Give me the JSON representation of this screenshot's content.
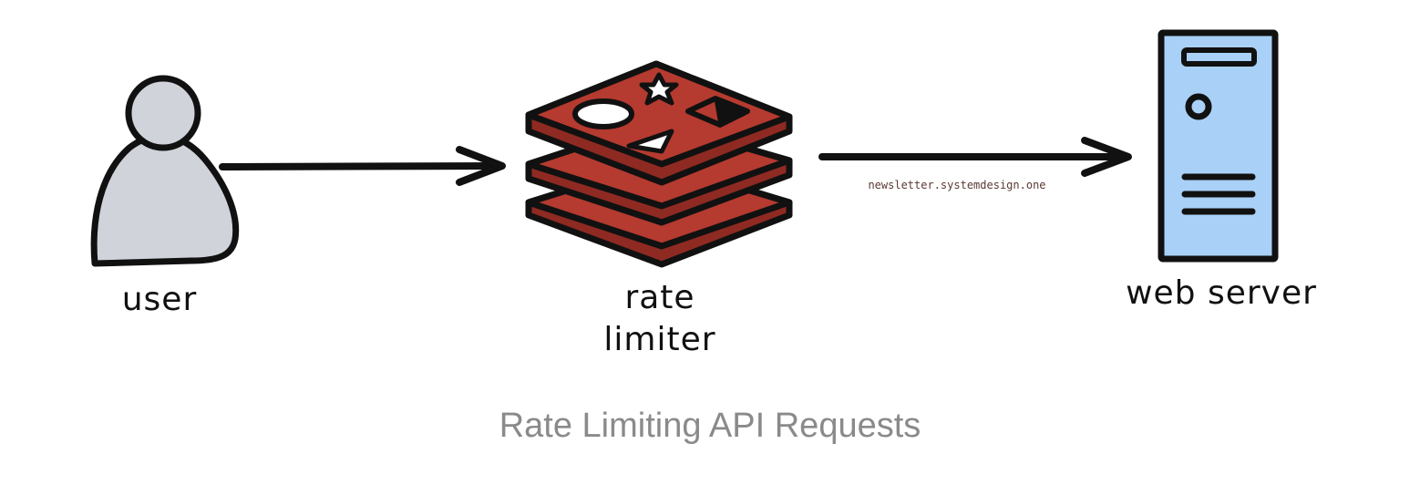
{
  "diagram": {
    "nodes": [
      {
        "id": "user",
        "label": "user",
        "icon": "user-icon"
      },
      {
        "id": "rate_limiter",
        "label_line1": "rate",
        "label_line2": "limiter",
        "icon": "redis-stack-icon"
      },
      {
        "id": "web_server",
        "label": "web server",
        "icon": "server-tower-icon"
      }
    ],
    "edges": [
      {
        "from": "user",
        "to": "rate_limiter"
      },
      {
        "from": "rate_limiter",
        "to": "web_server"
      }
    ],
    "watermark": "newsletter.systemdesign.one",
    "colors": {
      "stroke": "#111111",
      "user_fill": "#d0d4da",
      "redis_red": "#b53a2f",
      "redis_dark": "#8e2a22",
      "server_fill": "#a9d1f7",
      "caption": "#8a8a8a"
    }
  },
  "caption": "Rate Limiting API Requests"
}
